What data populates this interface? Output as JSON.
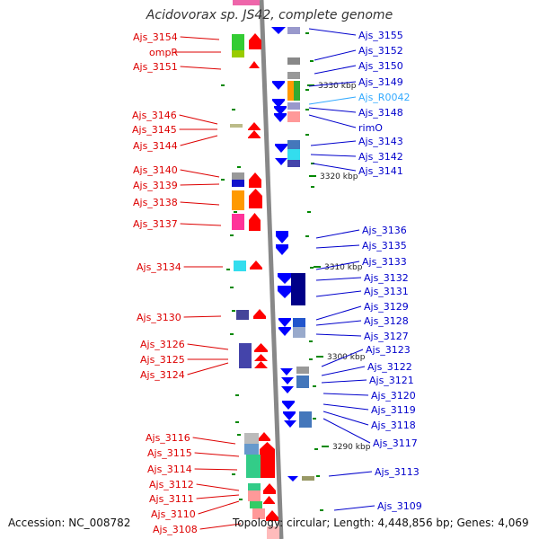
{
  "title": "Acidovorax sp. JS42, complete genome",
  "footer": {
    "accession": "Accession: NC_008782",
    "summary": "Topology: circular; Length: 4,448,856 bp; Genes: 4,069"
  },
  "colors": {
    "reverse_label": "#dd0000",
    "forward_label": "#0000cc",
    "rna_label": "#33aaff",
    "tick": "#008800",
    "backbone": "#888888"
  },
  "kbp_labels": [
    "3330 kbp",
    "3320 kbp",
    "3310 kbp",
    "3300 kbp",
    "3290 kbp"
  ],
  "left_genes": [
    "Ajs_3154",
    "ompR",
    "Ajs_3151",
    "Ajs_3146",
    "Ajs_3145",
    "Ajs_3144",
    "Ajs_3140",
    "Ajs_3139",
    "Ajs_3138",
    "Ajs_3137",
    "Ajs_3134",
    "Ajs_3130",
    "Ajs_3126",
    "Ajs_3125",
    "Ajs_3124",
    "Ajs_3116",
    "Ajs_3115",
    "Ajs_3114",
    "Ajs_3112",
    "Ajs_3111",
    "Ajs_3110",
    "Ajs_3108"
  ],
  "right_genes": [
    "Ajs_3155",
    "Ajs_3152",
    "Ajs_3150",
    "Ajs_3149",
    "Ajs_R0042",
    "Ajs_3148",
    "rimO",
    "Ajs_3143",
    "Ajs_3142",
    "Ajs_3141",
    "Ajs_3136",
    "Ajs_3135",
    "Ajs_3133",
    "Ajs_3132",
    "Ajs_3131",
    "Ajs_3129",
    "Ajs_3128",
    "Ajs_3127",
    "Ajs_3123",
    "Ajs_3122",
    "Ajs_3121",
    "Ajs_3120",
    "Ajs_3119",
    "Ajs_3118",
    "Ajs_3117",
    "Ajs_3113",
    "Ajs_3109"
  ]
}
